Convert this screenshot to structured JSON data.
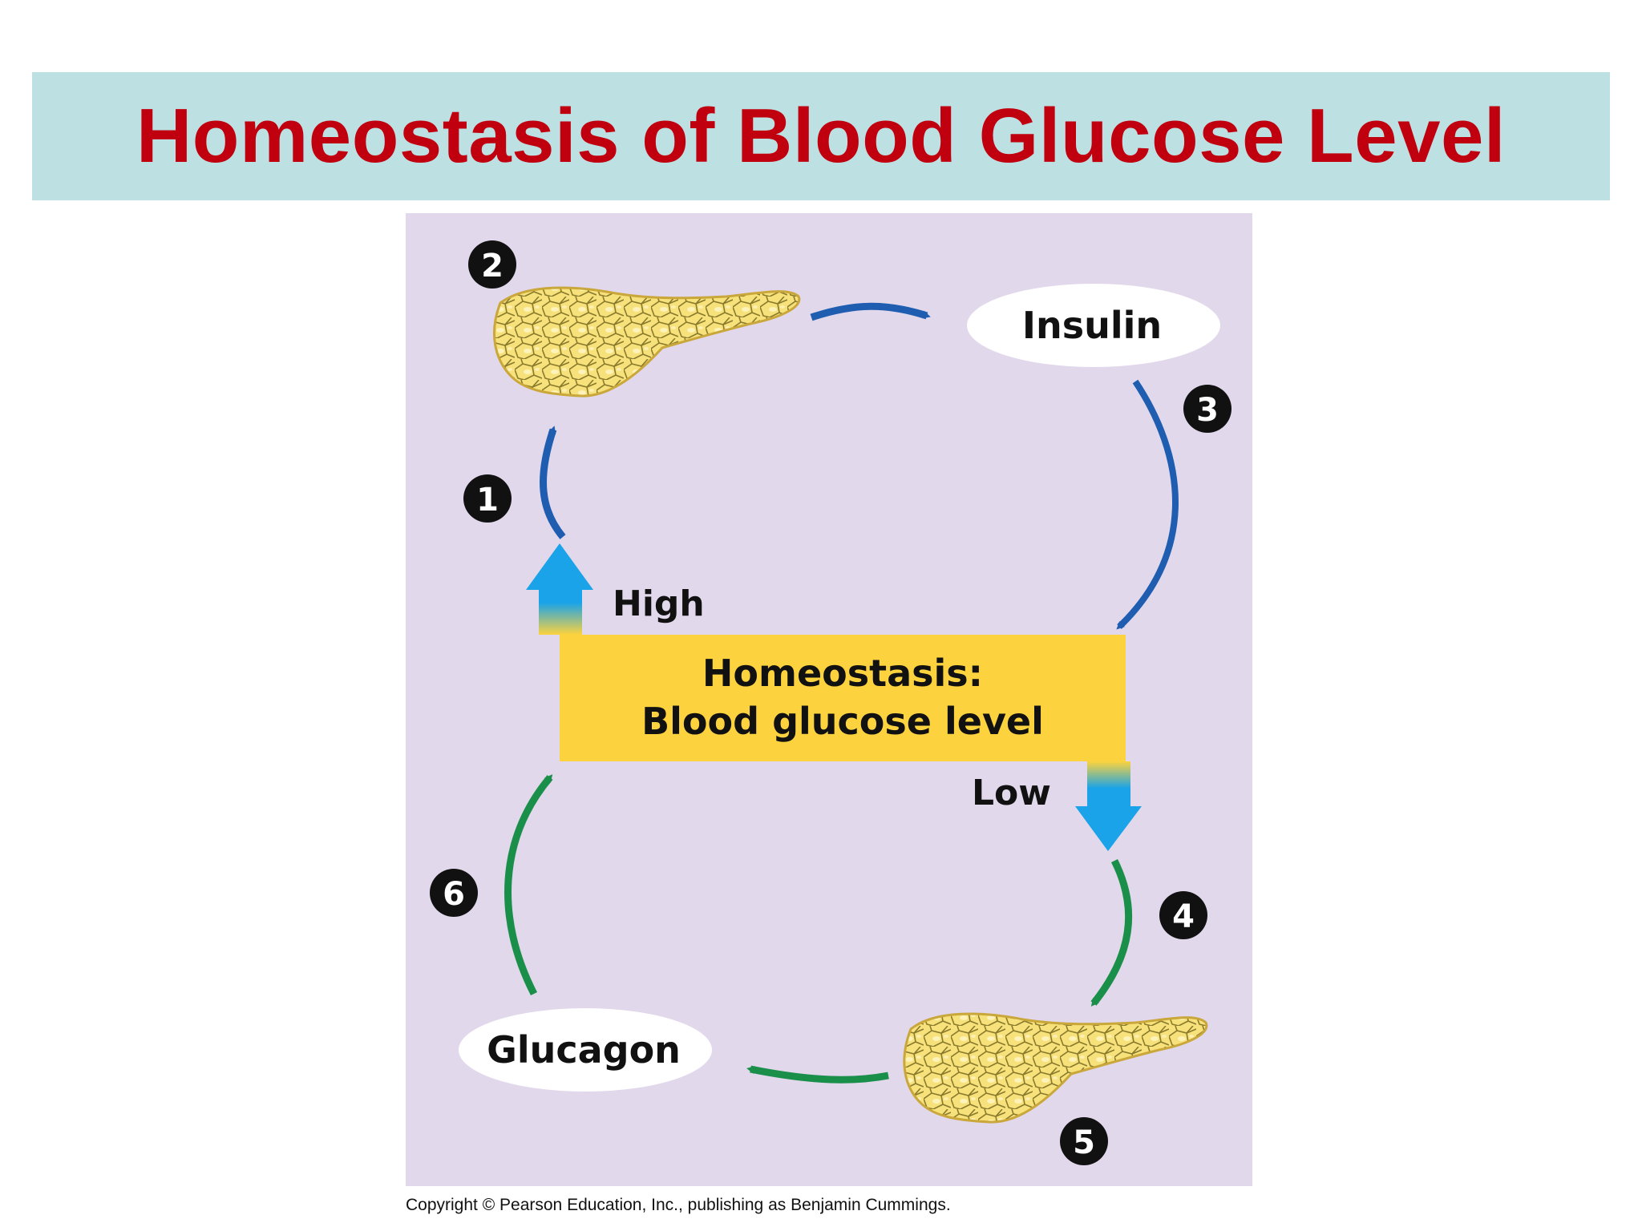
{
  "title": "Homeostasis of Blood Glucose Level",
  "diagram": {
    "center_title": "Homeostasis:",
    "center_subtitle": "Blood glucose level",
    "high_label": "High",
    "low_label": "Low",
    "insulin_label": "Insulin",
    "glucagon_label": "Glucagon",
    "steps": [
      "1",
      "2",
      "3",
      "4",
      "5",
      "6"
    ]
  },
  "copyright": "Copyright © Pearson Education, Inc., publishing as Benjamin Cummings.",
  "colors": {
    "title_text": "#c0000f",
    "title_bar": "#bde0e2",
    "panel": "#e2d8ec",
    "center_box": "#fcd33e",
    "insulin_arrows": "#1f5db0",
    "glucagon_arrows": "#1a8f4a",
    "level_arrows": "#1aa3e8",
    "pancreas": "#f7e17a"
  }
}
